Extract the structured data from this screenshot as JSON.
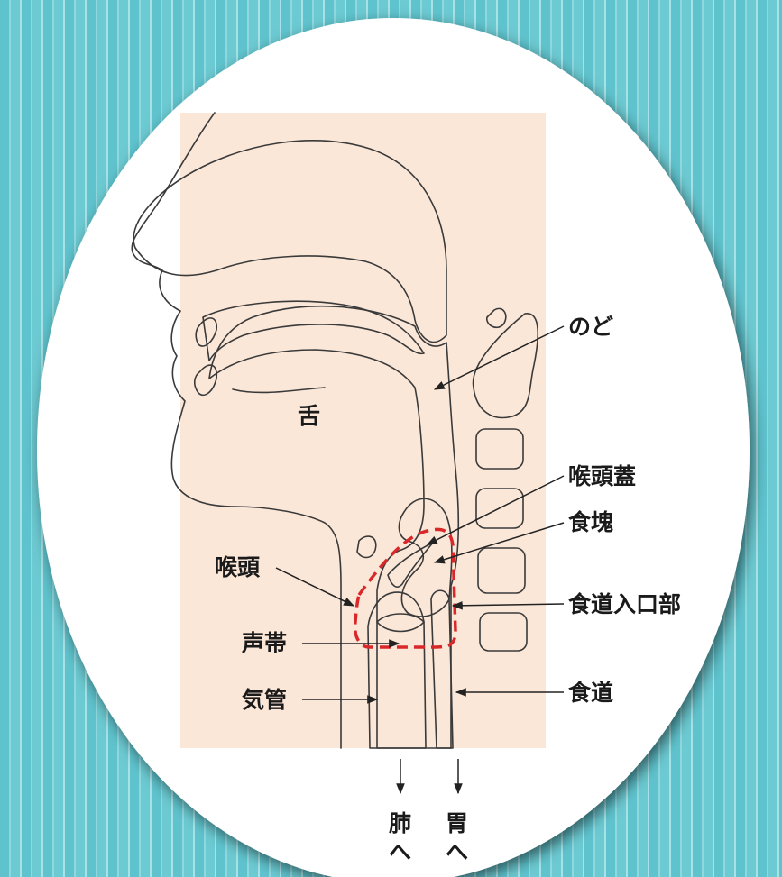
{
  "colors": {
    "background_stripe": "#5fc3cd",
    "panel": "#ffffff",
    "skin": "#fbe7d8",
    "airway": "#ece0d9",
    "bone": "#dde6ee",
    "bolus": "#b77f85",
    "highlight_dash": "#d8282a"
  },
  "labels": {
    "throat": "のど",
    "tongue": "舌",
    "epiglottis": "喉頭蓋",
    "bolus": "食塊",
    "larynx": "喉頭",
    "esophageal_entrance": "食道入口部",
    "vocal_cords": "声帯",
    "trachea": "気管",
    "esophagus": "食道",
    "to_lungs_1": "肺",
    "to_lungs_2": "へ",
    "to_stomach_1": "胃",
    "to_stomach_2": "へ"
  }
}
